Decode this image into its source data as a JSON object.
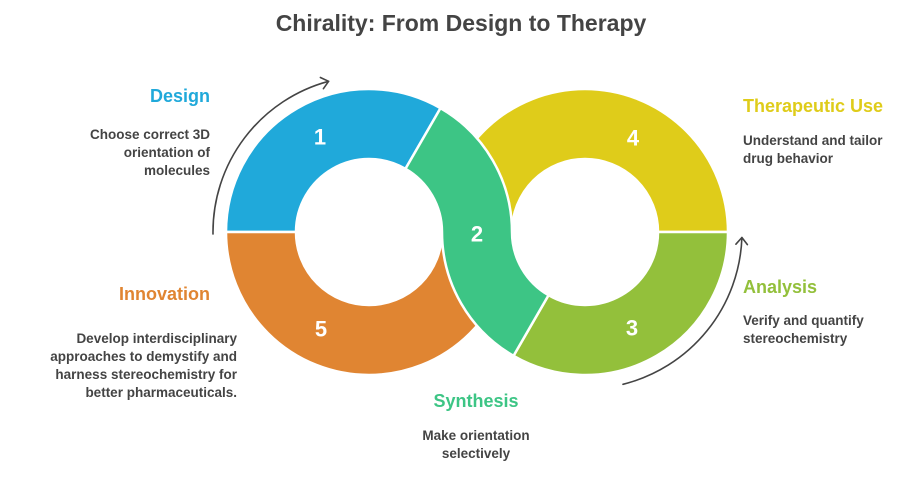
{
  "title": "Chirality: From Design to Therapy",
  "text_color": "#444444",
  "steps": [
    {
      "number": "1",
      "title": "Design",
      "description": [
        "Choose correct 3D",
        "orientation of",
        "molecules"
      ],
      "color": "#20a9da"
    },
    {
      "number": "2",
      "title": "Synthesis",
      "description": [
        "Make orientation",
        "selectively"
      ],
      "color": "#3dc585"
    },
    {
      "number": "3",
      "title": "Analysis",
      "description": [
        "Verify and quantify",
        "stereochemistry"
      ],
      "color": "#93c03b"
    },
    {
      "number": "4",
      "title": "Therapeutic Use",
      "description": [
        "Understand and tailor",
        "drug behavior"
      ],
      "color": "#dfcc1a"
    },
    {
      "number": "5",
      "title": "Innovation",
      "description": [
        "Develop interdisciplinary",
        "approaches to demystify and",
        "harness stereochemistry for",
        "better pharmaceuticals."
      ],
      "color": "#e08532"
    }
  ],
  "flow_arrows": [
    {
      "name": "design-cycle-arrow",
      "direction": "clockwise"
    },
    {
      "name": "analysis-cycle-arrow",
      "direction": "counter-clockwise"
    }
  ]
}
